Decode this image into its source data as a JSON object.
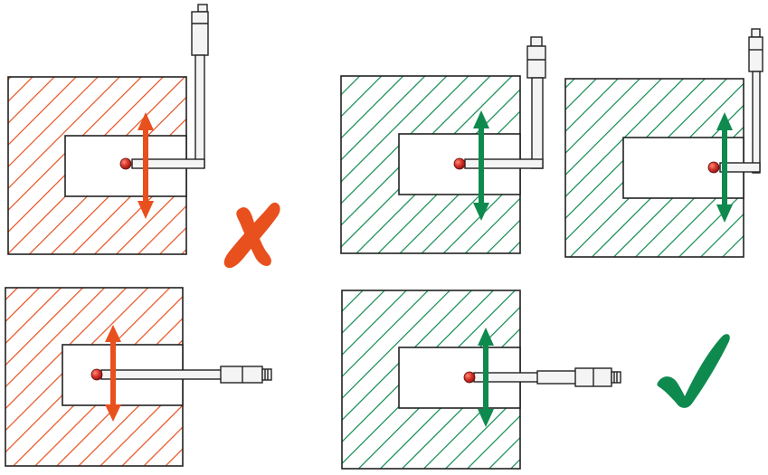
{
  "colors": {
    "incorrect": "#e8501e",
    "correct": "#0f8a4f",
    "outline": "#222222",
    "probe_ball": "#d8342a",
    "background": "#ffffff"
  },
  "marks": {
    "incorrect_icon": "cross-mark-icon",
    "correct_icon": "check-mark-icon"
  },
  "panels": [
    {
      "id": "panel-top-left",
      "status": "incorrect",
      "stylus": "vertical-mount-with-horizontal-arm",
      "arrow": "vertical"
    },
    {
      "id": "panel-top-middle",
      "status": "correct",
      "stylus": "vertical-mount-with-horizontal-arm",
      "arrow": "vertical"
    },
    {
      "id": "panel-top-right",
      "status": "correct",
      "stylus": "vertical-mount-with-horizontal-arm",
      "arrow": "vertical"
    },
    {
      "id": "panel-bottom-left",
      "status": "incorrect",
      "stylus": "horizontal-mount",
      "arrow": "vertical"
    },
    {
      "id": "panel-bottom-middle",
      "status": "correct",
      "stylus": "horizontal-mount",
      "arrow": "vertical"
    }
  ]
}
